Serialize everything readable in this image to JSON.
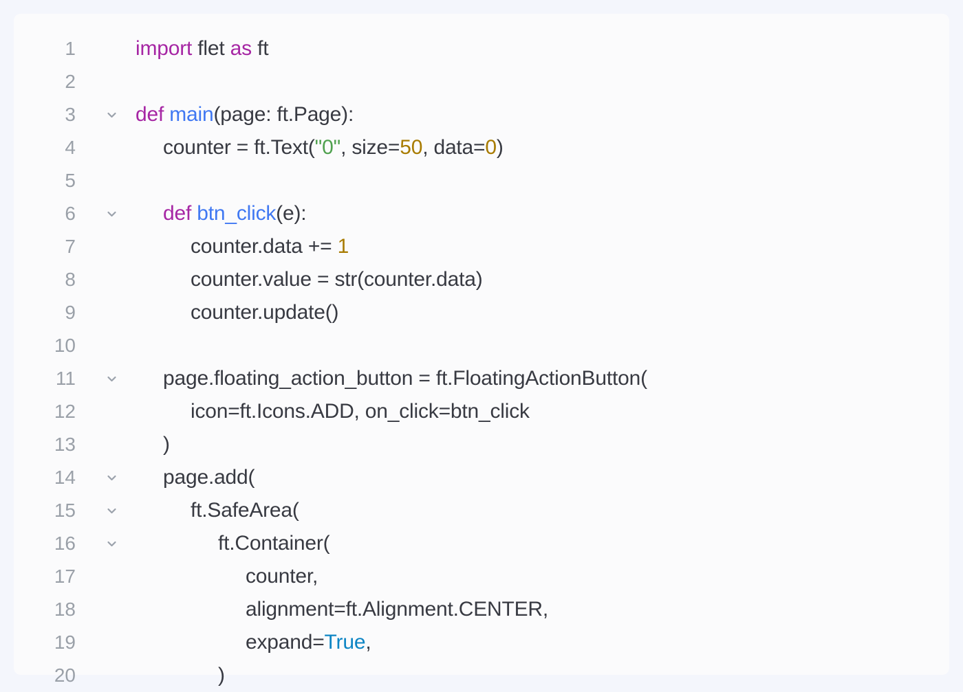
{
  "window": {
    "background": "#f4f6fc",
    "panel_background": "#fbfbfc"
  },
  "editor": {
    "language": "python",
    "colors": {
      "keyword": "#a626a4",
      "function": "#4078f2",
      "string": "#50a14f",
      "number": "#a87b00",
      "boolean": "#0d85c4",
      "default": "#383a42",
      "line_number": "#9aa0a8",
      "fold_chevron": "#9aa1ab"
    },
    "fold_icon": "chevron-down-icon",
    "lines": [
      {
        "number": "1",
        "indent": 0,
        "foldable": false,
        "segments": [
          {
            "text": "import",
            "type": "keyword"
          },
          {
            "text": " flet ",
            "type": "default"
          },
          {
            "text": "as",
            "type": "keyword"
          },
          {
            "text": " ft",
            "type": "default"
          }
        ]
      },
      {
        "number": "2",
        "indent": 0,
        "foldable": false,
        "segments": []
      },
      {
        "number": "3",
        "indent": 0,
        "foldable": true,
        "segments": [
          {
            "text": "def",
            "type": "keyword"
          },
          {
            "text": " ",
            "type": "default"
          },
          {
            "text": "main",
            "type": "function"
          },
          {
            "text": "(page: ft.Page):",
            "type": "default"
          }
        ]
      },
      {
        "number": "4",
        "indent": 1,
        "foldable": false,
        "segments": [
          {
            "text": "counter = ft.Text(",
            "type": "default"
          },
          {
            "text": "\"0\"",
            "type": "string"
          },
          {
            "text": ", size=",
            "type": "default"
          },
          {
            "text": "50",
            "type": "number"
          },
          {
            "text": ", data=",
            "type": "default"
          },
          {
            "text": "0",
            "type": "number"
          },
          {
            "text": ")",
            "type": "default"
          }
        ]
      },
      {
        "number": "5",
        "indent": 0,
        "foldable": false,
        "segments": []
      },
      {
        "number": "6",
        "indent": 1,
        "foldable": true,
        "segments": [
          {
            "text": "def",
            "type": "keyword"
          },
          {
            "text": " ",
            "type": "default"
          },
          {
            "text": "btn_click",
            "type": "function"
          },
          {
            "text": "(e):",
            "type": "default"
          }
        ]
      },
      {
        "number": "7",
        "indent": 2,
        "foldable": false,
        "segments": [
          {
            "text": "counter.data += ",
            "type": "default"
          },
          {
            "text": "1",
            "type": "number"
          }
        ]
      },
      {
        "number": "8",
        "indent": 2,
        "foldable": false,
        "segments": [
          {
            "text": "counter.value = str(counter.data)",
            "type": "default"
          }
        ]
      },
      {
        "number": "9",
        "indent": 2,
        "foldable": false,
        "segments": [
          {
            "text": "counter.update()",
            "type": "default"
          }
        ]
      },
      {
        "number": "10",
        "indent": 0,
        "foldable": false,
        "segments": []
      },
      {
        "number": "11",
        "indent": 1,
        "foldable": true,
        "segments": [
          {
            "text": "page.floating_action_button = ft.FloatingActionButton(",
            "type": "default"
          }
        ]
      },
      {
        "number": "12",
        "indent": 2,
        "foldable": false,
        "segments": [
          {
            "text": "icon=ft.Icons.ADD, on_click=btn_click",
            "type": "default"
          }
        ]
      },
      {
        "number": "13",
        "indent": 1,
        "foldable": false,
        "segments": [
          {
            "text": ")",
            "type": "default"
          }
        ]
      },
      {
        "number": "14",
        "indent": 1,
        "foldable": true,
        "segments": [
          {
            "text": "page.add(",
            "type": "default"
          }
        ]
      },
      {
        "number": "15",
        "indent": 2,
        "foldable": true,
        "segments": [
          {
            "text": "ft.SafeArea(",
            "type": "default"
          }
        ]
      },
      {
        "number": "16",
        "indent": 3,
        "foldable": true,
        "segments": [
          {
            "text": "ft.Container(",
            "type": "default"
          }
        ]
      },
      {
        "number": "17",
        "indent": 4,
        "foldable": false,
        "segments": [
          {
            "text": "counter,",
            "type": "default"
          }
        ]
      },
      {
        "number": "18",
        "indent": 4,
        "foldable": false,
        "segments": [
          {
            "text": "alignment=ft.Alignment.CENTER,",
            "type": "default"
          }
        ]
      },
      {
        "number": "19",
        "indent": 4,
        "foldable": false,
        "segments": [
          {
            "text": "expand=",
            "type": "default"
          },
          {
            "text": "True",
            "type": "boolean"
          },
          {
            "text": ",",
            "type": "default"
          }
        ]
      },
      {
        "number": "20",
        "indent": 3,
        "foldable": false,
        "segments": [
          {
            "text": ")",
            "type": "default"
          }
        ]
      }
    ]
  }
}
